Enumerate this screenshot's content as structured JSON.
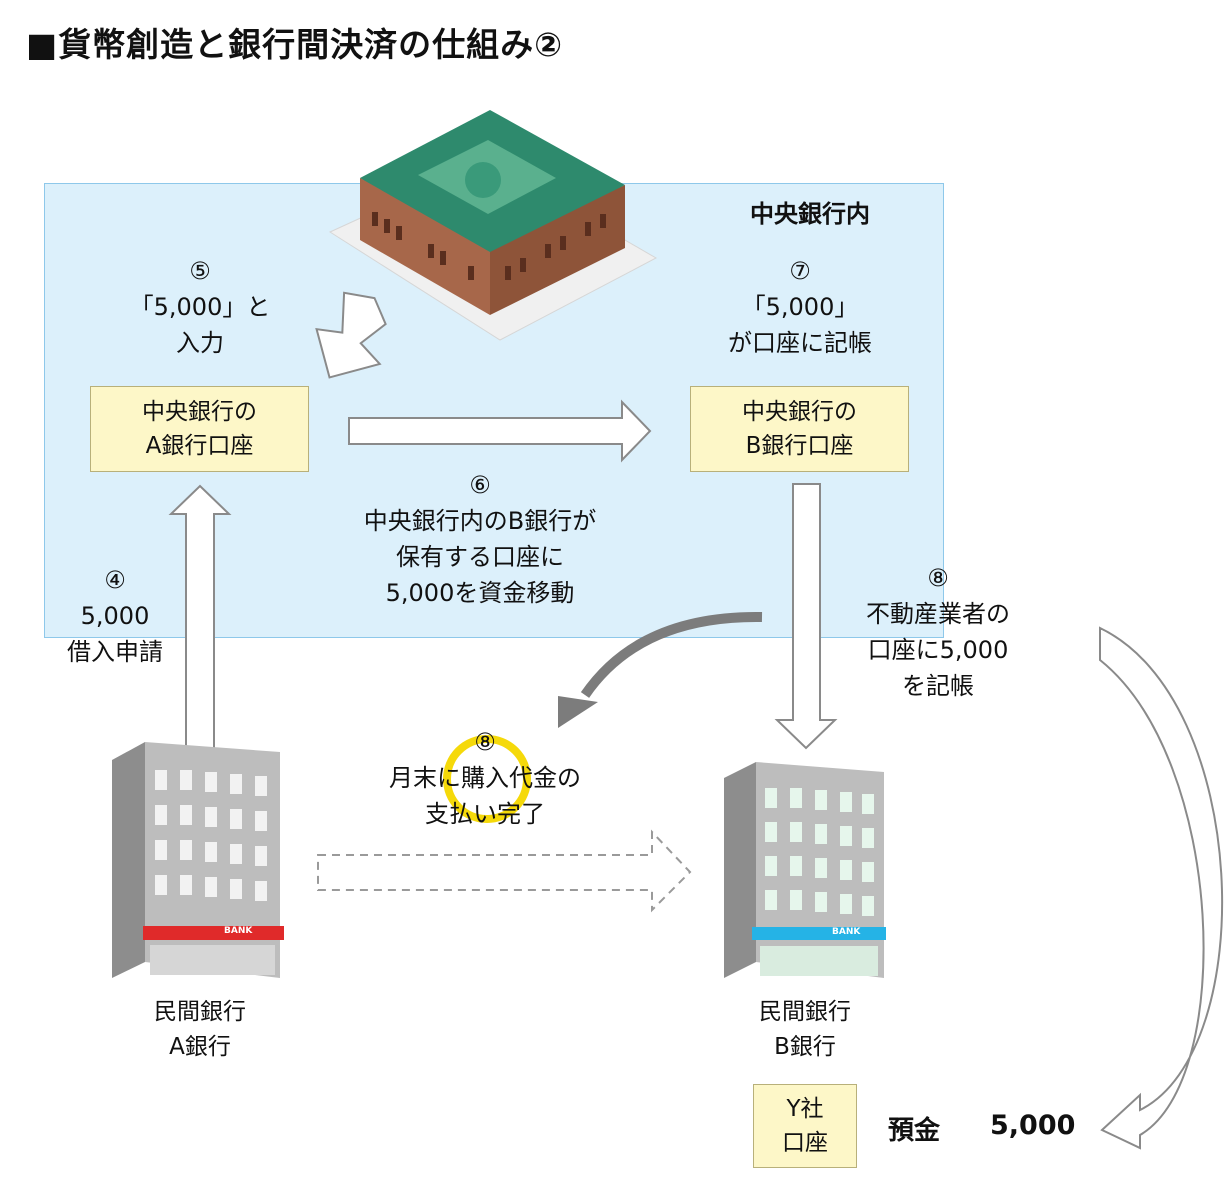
{
  "title": "■貨幣創造と銀行間決済の仕組み②",
  "central_bank_area": {
    "label": "中央銀行内"
  },
  "accounts": {
    "a": [
      "中央銀行の",
      "A銀行口座"
    ],
    "b": [
      "中央銀行の",
      "B銀行口座"
    ],
    "y": [
      "Y社",
      "口座"
    ]
  },
  "notes": {
    "step4": [
      "④",
      "5,000",
      "借入申請"
    ],
    "step5": [
      "⑤",
      "「5,000」と",
      "入力"
    ],
    "step6": [
      "⑥",
      "中央銀行内のB銀行が",
      "保有する口座に",
      "5,000を資金移動"
    ],
    "step7": [
      "⑦",
      "「5,000」",
      "が口座に記帳"
    ],
    "step8a": [
      "⑧",
      "不動産業者の",
      "口座に5,000",
      "を記帳"
    ],
    "step8b": [
      "⑧",
      "月末に購入代金の",
      "支払い完了"
    ]
  },
  "banks": {
    "a": {
      "label": [
        "民間銀行",
        "A銀行"
      ],
      "sign": "BANK",
      "sign_color": "#e02a2a"
    },
    "b": {
      "label": [
        "民間銀行",
        "B銀行"
      ],
      "sign": "BANK",
      "sign_color": "#25b3e6"
    }
  },
  "deposit": {
    "label": "預金",
    "amount": "5,000"
  },
  "colors": {
    "area": "#dcf0fb",
    "account": "#fdf7c8",
    "highlight": "#f5d90a"
  }
}
